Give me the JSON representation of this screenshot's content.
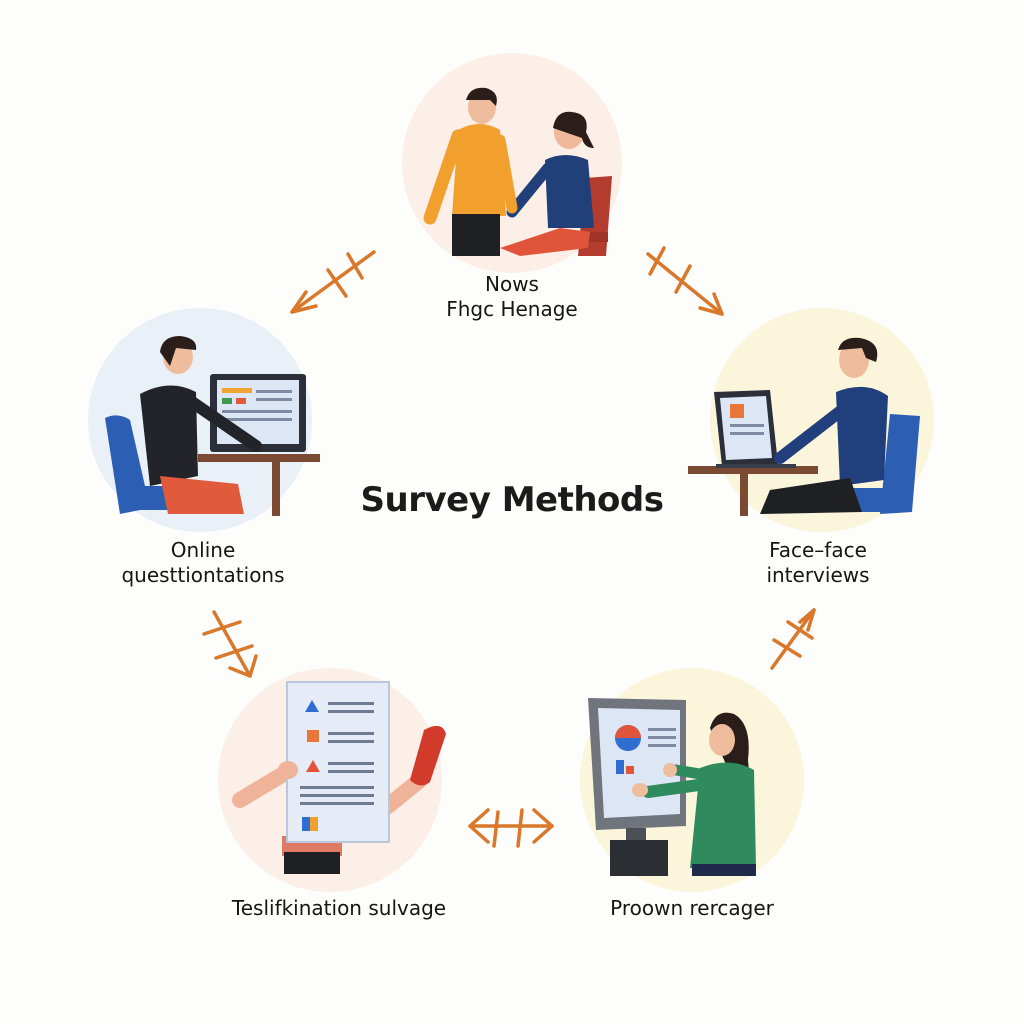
{
  "title": "Survey Methods",
  "nodes": {
    "top": {
      "line1": "Nows",
      "line2": "Fhgc Henage"
    },
    "left": {
      "line1": "Online",
      "line2": "questtiontations"
    },
    "right": {
      "line1": "Face–face",
      "line2": "interviews"
    },
    "bottom_left": {
      "line1": "Teslifkination sulvage"
    },
    "bottom_right": {
      "line1": "Proown rercager"
    }
  },
  "colors": {
    "arrow": "#d9782a",
    "circle_warm": "#fbf0e6",
    "circle_cool": "#e9eef7",
    "circle_yellow": "#fbf5dc",
    "title": "#1b1b1b"
  }
}
